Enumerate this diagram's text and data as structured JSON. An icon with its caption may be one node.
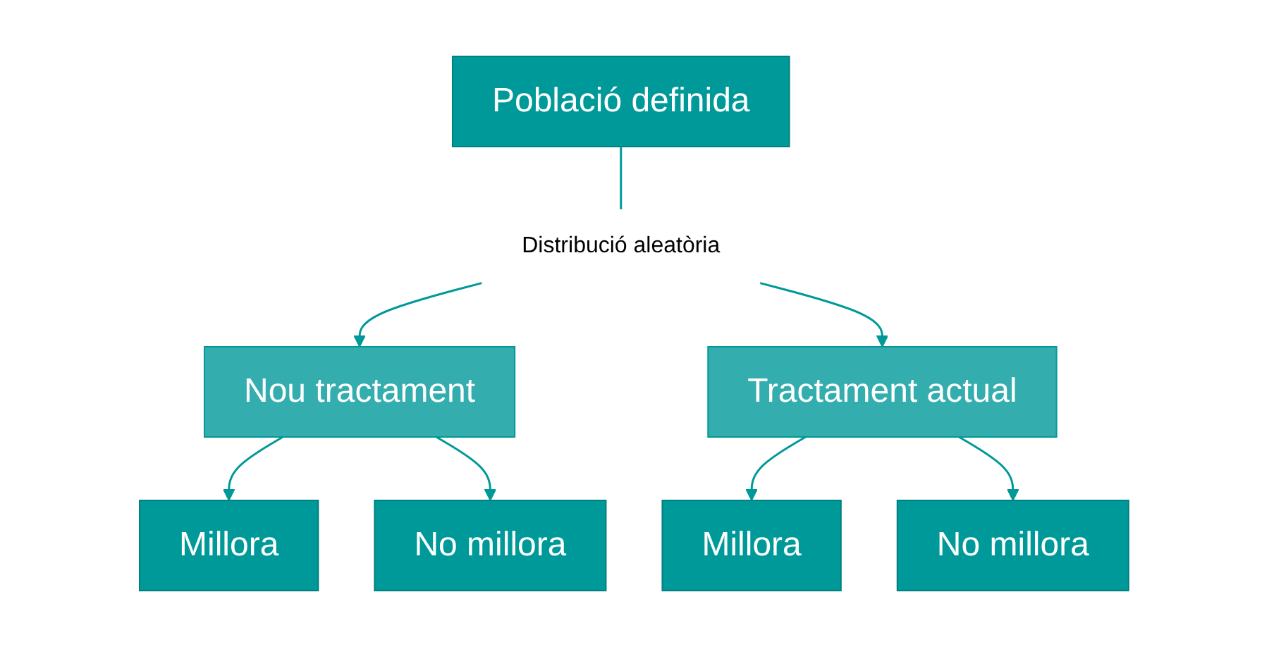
{
  "diagram": {
    "nodes": [
      {
        "text": [
          "Població definida"
        ]
      },
      {
        "text": [
          "Distribució aleatòria"
        ]
      },
      {
        "text": [
          "Nou tractament"
        ]
      },
      {
        "text": [
          "Tractament actual"
        ]
      },
      {
        "text": [
          "Millora"
        ]
      },
      {
        "text": [
          "No millora"
        ]
      },
      {
        "text": [
          "Millora"
        ]
      },
      {
        "text": [
          "No millora"
        ]
      }
    ],
    "edges": [
      {
        "from": 0,
        "to": 1,
        "arrow": "none"
      },
      {
        "from": 1,
        "to": 2,
        "arrow": "to"
      },
      {
        "from": 1,
        "to": 3,
        "arrow": "to"
      },
      {
        "from": 2,
        "to": 4,
        "arrow": "to"
      },
      {
        "from": 2,
        "to": 5,
        "arrow": "to"
      },
      {
        "from": 3,
        "to": 6,
        "arrow": "to"
      },
      {
        "from": 3,
        "to": 7,
        "arrow": "to"
      }
    ]
  }
}
